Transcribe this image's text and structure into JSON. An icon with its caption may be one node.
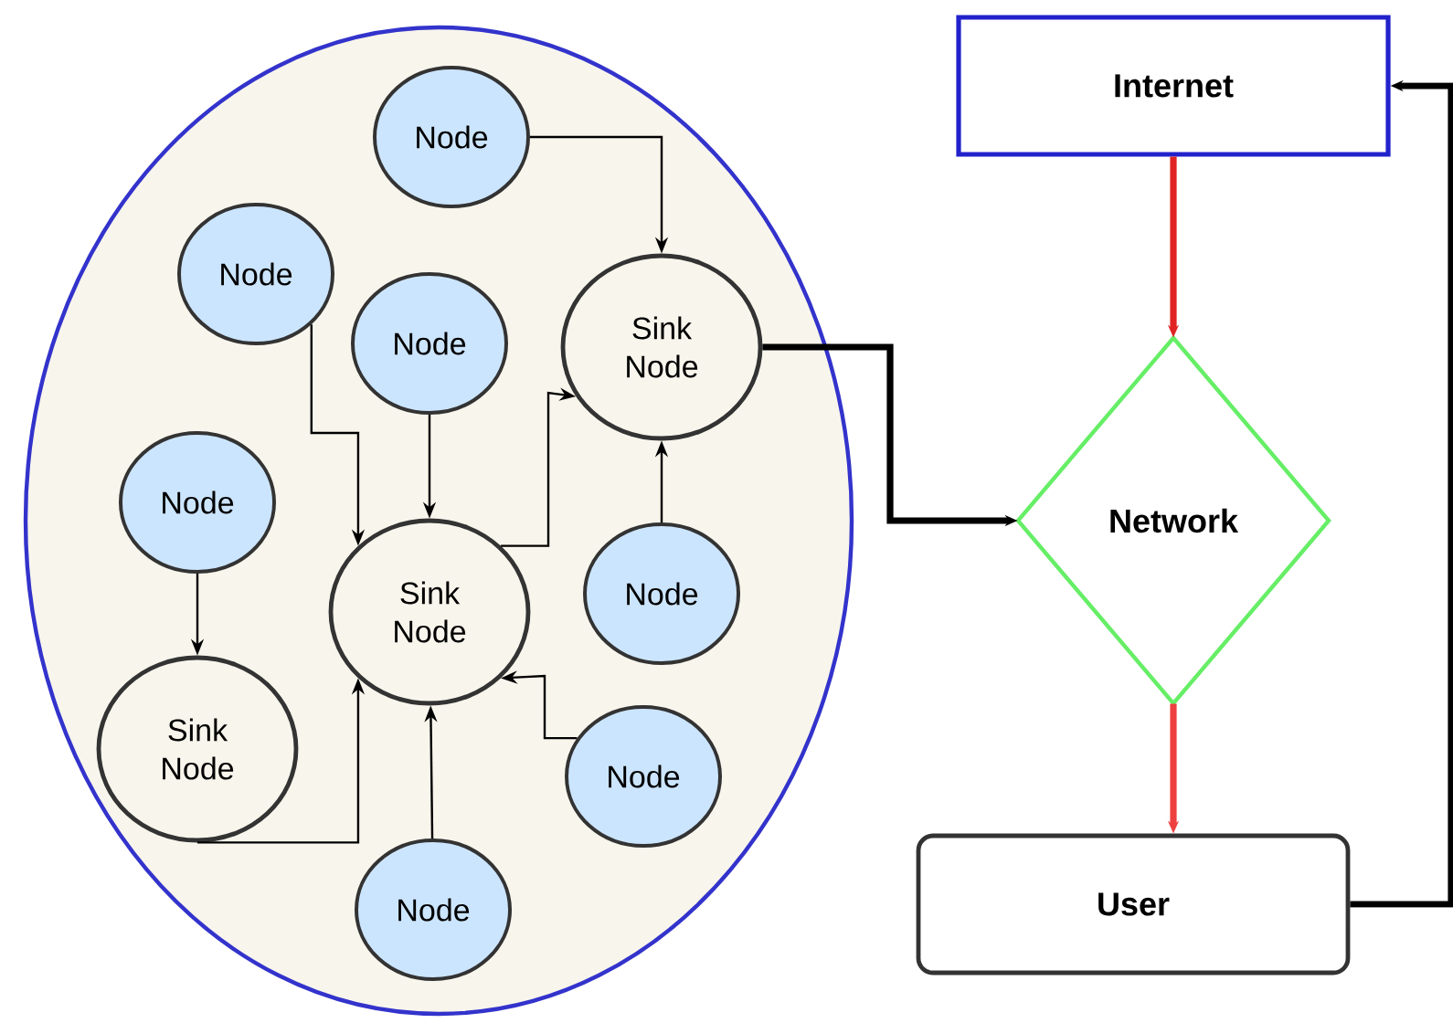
{
  "diagram": {
    "nodes": [
      {
        "text": [],
        "shape": "ellipse"
      },
      {
        "text": [
          "Node"
        ],
        "in": 0
      },
      {
        "text": [
          "Node"
        ],
        "in": 0
      },
      {
        "text": [
          "Node"
        ],
        "in": 0
      },
      {
        "text": [
          "Sink Node"
        ],
        "in": 0
      },
      {
        "text": [
          "Node"
        ],
        "in": 0
      },
      {
        "text": [
          "Sink Node"
        ],
        "in": 0
      },
      {
        "text": [
          "Node"
        ],
        "in": 0
      },
      {
        "text": [
          "Sink Node"
        ],
        "in": 0
      },
      {
        "text": [
          "Node"
        ],
        "in": 0
      },
      {
        "text": [
          "Node"
        ],
        "in": 0
      },
      {
        "text": [
          "Internet"
        ]
      },
      {
        "text": [
          "Network"
        ]
      },
      {
        "text": [
          "User"
        ]
      }
    ],
    "edges": [
      {
        "from": 1,
        "to": 4,
        "arrow": "to"
      },
      {
        "from": 2,
        "to": 6,
        "arrow": "to"
      },
      {
        "from": 3,
        "to": 6,
        "arrow": "to"
      },
      {
        "from": 6,
        "to": 4,
        "arrow": "to"
      },
      {
        "from": 5,
        "to": 8,
        "arrow": "to"
      },
      {
        "from": 8,
        "to": 6,
        "arrow": "to"
      },
      {
        "from": 7,
        "to": 4,
        "arrow": "to"
      },
      {
        "from": 9,
        "to": 6,
        "arrow": "to"
      },
      {
        "from": 10,
        "to": 6,
        "arrow": "to"
      },
      {
        "from": 4,
        "to": 12,
        "arrow": "to",
        "style": "thick"
      },
      {
        "from": 11,
        "to": 12,
        "arrow": "to",
        "style": "thick",
        "color": "#e02424"
      },
      {
        "from": 12,
        "to": 13,
        "arrow": "to",
        "style": "thick",
        "color": "#ef4040"
      },
      {
        "from": 13,
        "to": 11,
        "arrow": "to",
        "style": "thick"
      }
    ]
  }
}
